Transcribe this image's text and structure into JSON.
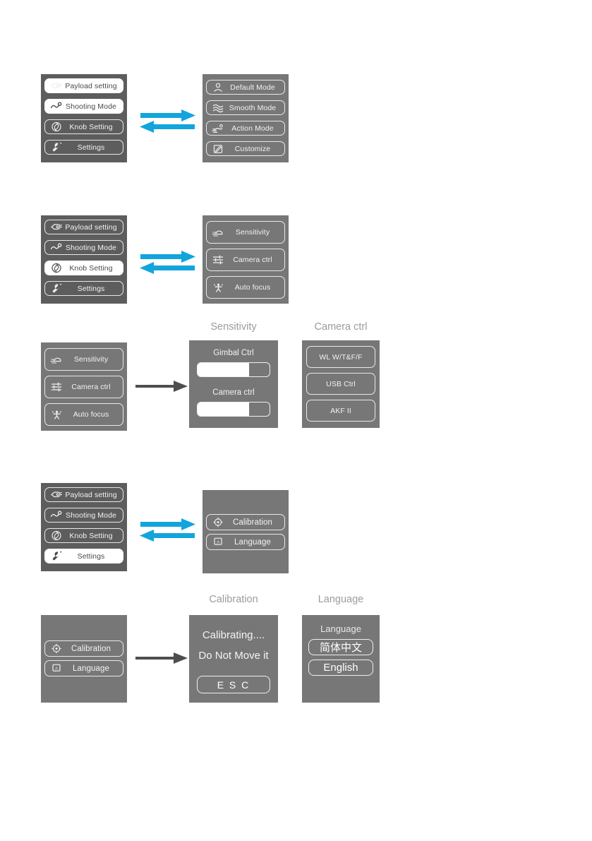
{
  "colors": {
    "panel_light": "#777777",
    "panel_dark": "#5d5d5d",
    "arrow_blue": "#12A5DC",
    "arrow_gray": "#4e4e4e",
    "pill_border": "#e8e8e8",
    "selected_bg": "#ffffff",
    "selected_text": "#4a4a4a",
    "caption_text": "#9b9b9b",
    "page_bg": "#ffffff"
  },
  "rows": [
    {
      "id": "row-shooting-mode",
      "left_menu": {
        "items": [
          {
            "label": "Payload setting",
            "icon": "payload-icon",
            "selected": false
          },
          {
            "label": "Shooting Mode",
            "icon": "shooting-mode-icon",
            "selected": true
          },
          {
            "label": "Knob Setting",
            "icon": "knob-icon",
            "selected": false
          },
          {
            "label": "Settings",
            "icon": "wrench-icon",
            "selected": false
          }
        ]
      },
      "arrow": "double-blue",
      "right_menu": {
        "items": [
          {
            "label": "Default Mode",
            "icon": "person-icon",
            "selected": false
          },
          {
            "label": "Smooth Mode",
            "icon": "waves-icon",
            "selected": false
          },
          {
            "label": "Action Mode",
            "icon": "runner-icon",
            "selected": false
          },
          {
            "label": "Customize",
            "icon": "pencil-square-icon",
            "selected": false
          }
        ]
      }
    },
    {
      "id": "row-knob-setting",
      "left_menu": {
        "items": [
          {
            "label": "Payload setting",
            "icon": "payload-icon",
            "selected": false
          },
          {
            "label": "Shooting Mode",
            "icon": "shooting-mode-icon",
            "selected": false
          },
          {
            "label": "Knob Setting",
            "icon": "knob-icon",
            "selected": true
          },
          {
            "label": "Settings",
            "icon": "wrench-icon",
            "selected": false
          }
        ]
      },
      "arrow": "double-blue",
      "right_menu": {
        "items": [
          {
            "label": "Sensitivity",
            "icon": "sensitivity-icon",
            "selected": false
          },
          {
            "label": "Camera ctrl",
            "icon": "sliders-icon",
            "selected": false
          },
          {
            "label": "Auto focus",
            "icon": "autofocus-icon",
            "selected": false
          }
        ]
      }
    },
    {
      "id": "row-knob-detail",
      "left_menu": {
        "items": [
          {
            "label": "Sensitivity",
            "icon": "sensitivity-icon",
            "selected": false
          },
          {
            "label": "Camera ctrl",
            "icon": "sliders-icon",
            "selected": false
          },
          {
            "label": "Auto focus",
            "icon": "autofocus-icon",
            "selected": false
          }
        ]
      },
      "arrow": "single-gray"
    },
    {
      "id": "row-settings",
      "left_menu": {
        "items": [
          {
            "label": "Payload setting",
            "icon": "payload-icon",
            "selected": false
          },
          {
            "label": "Shooting Mode",
            "icon": "shooting-mode-icon",
            "selected": false
          },
          {
            "label": "Knob Setting",
            "icon": "knob-icon",
            "selected": false
          },
          {
            "label": "Settings",
            "icon": "wrench-icon",
            "selected": true
          }
        ]
      },
      "arrow": "double-blue",
      "right_menu": {
        "items": [
          {
            "label": "Calibration",
            "icon": "target-icon",
            "selected": false
          },
          {
            "label": "Language",
            "icon": "language-icon",
            "selected": false
          }
        ]
      }
    },
    {
      "id": "row-settings-detail",
      "left_menu": {
        "items": [
          {
            "label": "Calibration",
            "icon": "target-icon",
            "selected": false
          },
          {
            "label": "Language",
            "icon": "language-icon",
            "selected": false
          }
        ]
      },
      "arrow": "single-gray"
    }
  ],
  "sensitivity_panel": {
    "caption": "Sensitivity",
    "sliders": [
      {
        "label": "Gimbal Ctrl",
        "percent": 72
      },
      {
        "label": "Camera ctrl",
        "percent": 72
      }
    ]
  },
  "camera_ctrl_panel": {
    "caption": "Camera ctrl",
    "options": [
      {
        "label": "WL W/T&F/F"
      },
      {
        "label": "USB Ctrl"
      },
      {
        "label": "AKF  II"
      }
    ]
  },
  "calibration_panel": {
    "caption": "Calibration",
    "line1": "Calibrating....",
    "line2": "Do Not Move it",
    "esc_label": "E S C"
  },
  "language_panel": {
    "caption": "Language",
    "title": "Language",
    "options": [
      {
        "label": "简体中文",
        "selected": false
      },
      {
        "label": "English",
        "selected": false
      }
    ]
  }
}
